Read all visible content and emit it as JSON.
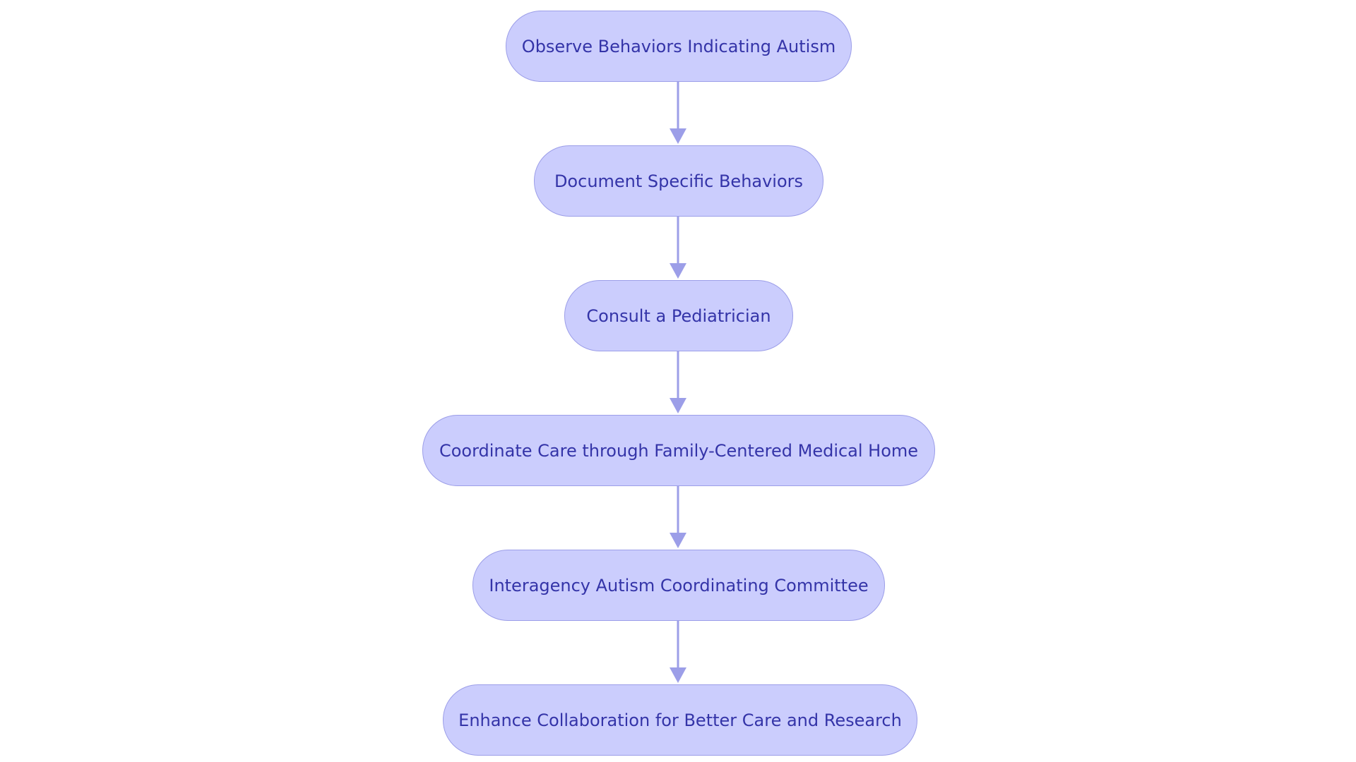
{
  "colors": {
    "node_fill": "#cbcdfd",
    "node_border": "#9c9ee8",
    "node_text": "#3434a8",
    "connector": "#9c9ee8"
  },
  "flowchart": {
    "nodes": [
      {
        "id": "n1",
        "label": "Observe Behaviors Indicating Autism"
      },
      {
        "id": "n2",
        "label": "Document Specific Behaviors"
      },
      {
        "id": "n3",
        "label": "Consult a Pediatrician"
      },
      {
        "id": "n4",
        "label": "Coordinate Care through Family-Centered Medical Home"
      },
      {
        "id": "n5",
        "label": "Interagency Autism Coordinating Committee"
      },
      {
        "id": "n6",
        "label": "Enhance Collaboration for Better Care and Research"
      }
    ],
    "edges": [
      {
        "from": "n1",
        "to": "n2"
      },
      {
        "from": "n2",
        "to": "n3"
      },
      {
        "from": "n3",
        "to": "n4"
      },
      {
        "from": "n4",
        "to": "n5"
      },
      {
        "from": "n5",
        "to": "n6"
      }
    ]
  }
}
